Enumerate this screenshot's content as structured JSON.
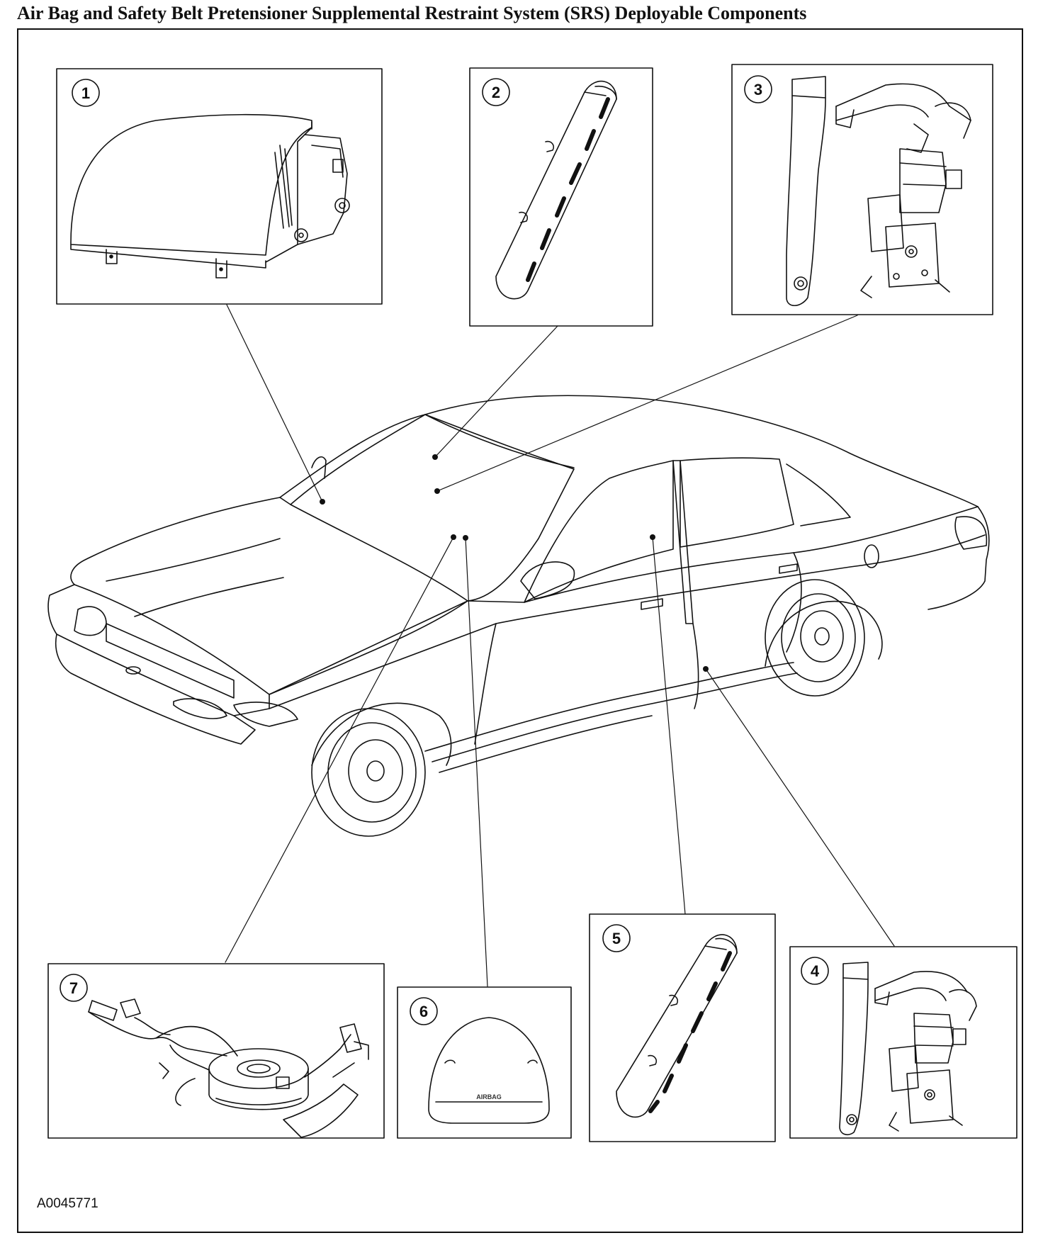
{
  "title": "Air Bag and Safety Belt Pretensioner Supplemental Restraint System (SRS) Deployable Components",
  "figure_id": "A0045771",
  "callouts": [
    {
      "number": "1",
      "component": "passenger-airbag-module"
    },
    {
      "number": "2",
      "component": "side-airbag-module"
    },
    {
      "number": "3",
      "component": "safety-belt-pretensioner"
    },
    {
      "number": "4",
      "component": "safety-belt-pretensioner"
    },
    {
      "number": "5",
      "component": "side-airbag-module"
    },
    {
      "number": "6",
      "component": "driver-airbag-module"
    },
    {
      "number": "7",
      "component": "clockspring"
    }
  ],
  "driver_airbag_badge": "AIRBAG"
}
